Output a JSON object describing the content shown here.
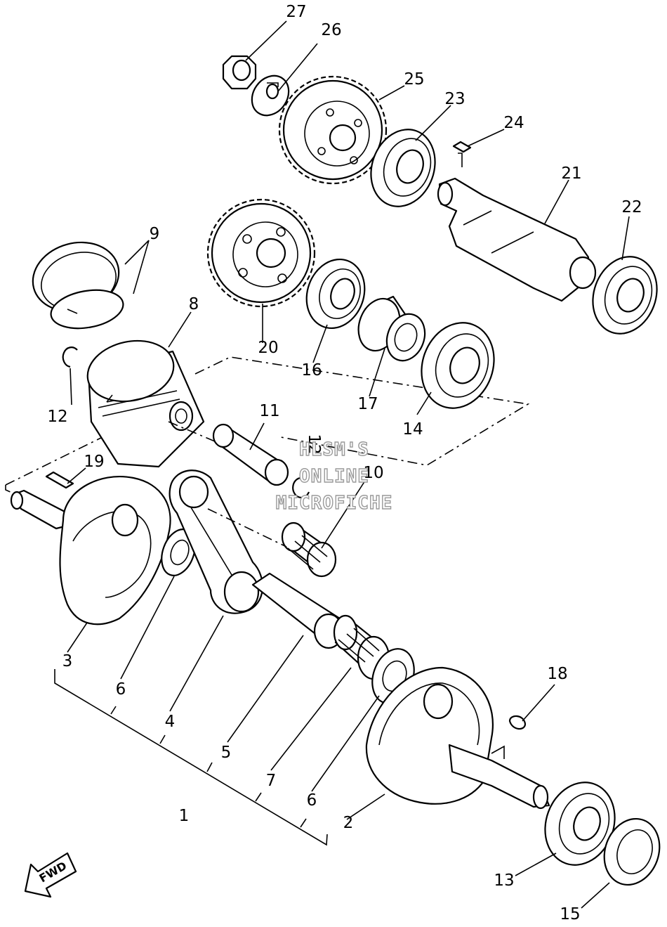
{
  "watermark": {
    "line1": "HLSM'S",
    "line2": "ONLINE",
    "line3": "MICROFICHE"
  },
  "direction_marker": "FWD",
  "callouts": {
    "c1": "1",
    "c2": "2",
    "c3": "3",
    "c4": "4",
    "c5": "5",
    "c6a": "6",
    "c6b": "6",
    "c7": "7",
    "c8": "8",
    "c9": "9",
    "c10": "10",
    "c11": "11",
    "c12a": "12",
    "c12b": "12",
    "c13": "13",
    "c14": "14",
    "c15": "15",
    "c16": "16",
    "c17": "17",
    "c18": "18",
    "c19": "19",
    "c20": "20",
    "c21": "21",
    "c22": "22",
    "c23": "23",
    "c24": "24",
    "c25": "25",
    "c26": "26",
    "c27": "27"
  }
}
